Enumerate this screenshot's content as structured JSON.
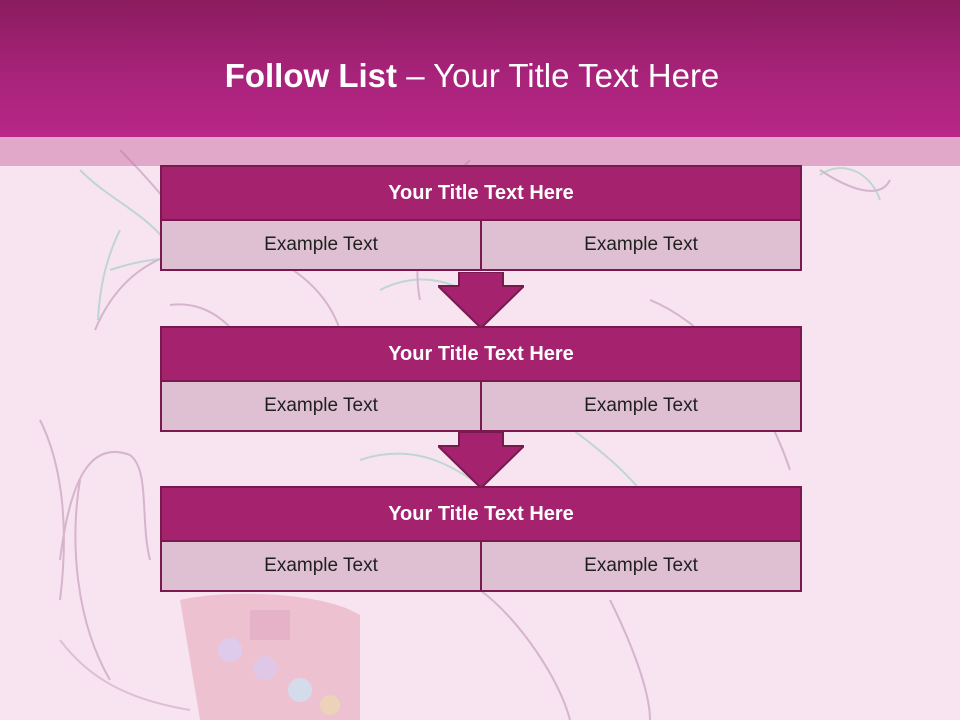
{
  "colors": {
    "header_dark": "#8a1c5e",
    "header_light": "#b92787",
    "block_title_bg": "#a5226f",
    "cell_bg": "#dec0d2",
    "border": "#7a1850",
    "page_bg": "#f8e4f1"
  },
  "header": {
    "title_strong": "Follow List",
    "title_rest": " – Your Title Text Here"
  },
  "blocks": [
    {
      "title": "Your Title Text Here",
      "left": "Example Text",
      "right": "Example Text"
    },
    {
      "title": "Your Title Text Here",
      "left": "Example Text",
      "right": "Example Text"
    },
    {
      "title": "Your Title Text Here",
      "left": "Example Text",
      "right": "Example Text"
    }
  ],
  "icons": {
    "connector": "down-arrow-icon",
    "background": "sketch-illustration"
  }
}
